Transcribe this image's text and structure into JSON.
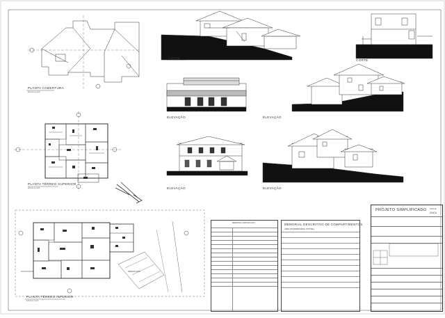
{
  "drawing": {
    "label_planta_cobertura": "PLANTA COBERTURA",
    "label_planta_terreo_superior": "PLANTA TÉRREO SUPERIOR",
    "label_planta_terreo_inferior": "PLANTA TÉRREO INFERIOR",
    "label_corte_a": "CORTE",
    "label_corte_b": "CORTE",
    "label_elevacao_1": "ELEVAÇÃO",
    "label_elevacao_2": "ELEVAÇÃO",
    "label_elevacao_3": "ELEVAÇÃO",
    "label_elevacao_4": "ELEVAÇÃO",
    "label_pergolado": "PERGOLADO",
    "label_memorial": "MEMORIAL DESCRITIVO DE COMPARTIMENTOS",
    "label_area_intermediaria": "ÁREA INTERMEDIÁRIA (TIPÍVEL)",
    "label_memorial_simplificado": "MEMORIAL SIMPLIFICADO"
  },
  "title_block": {
    "title": "PROJETO SIMPLIFICADO",
    "sheet_label": "ÚNICA",
    "sheet_number_label": "FOLHA"
  },
  "colors": {
    "line": "#333333",
    "ground_fill": "#111111",
    "paper": "#ffffff"
  }
}
